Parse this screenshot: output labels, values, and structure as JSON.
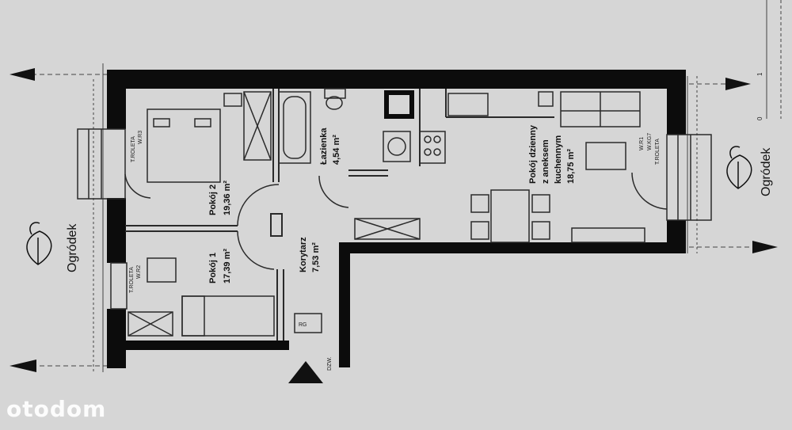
{
  "colors": {
    "paper": "#d6d6d6",
    "wall": "#0c0c0c",
    "line": "#2a2a2a",
    "watermark": "#ffffff"
  },
  "garden_left": "Ogródek",
  "garden_right": "Ogródek",
  "rooms": [
    {
      "name": "Pokój 2",
      "area": "19,36 m²"
    },
    {
      "name": "Łazienka",
      "area": "4,54 m²"
    },
    {
      "name": "Pokój dzienny",
      "area_line1": "z aneksem",
      "area_line2": "kuchennym",
      "area": "18,75 m²"
    },
    {
      "name": "Korytarz",
      "area": "7,53 m²"
    },
    {
      "name": "Pokój 1",
      "area": "17,39 m²"
    }
  ],
  "labels": {
    "roleta_top": "T.ROLETA",
    "roleta_w3": "W.R3",
    "roleta_bottom": "T.ROLETA",
    "roleta_w2": "W.R2",
    "roleta_right": "T.ROLETA",
    "w1_right": "W.R1",
    "wkg": "W.KG7",
    "entrance": "DZW.",
    "rg": "RG"
  },
  "scale": {
    "zero": "0",
    "one": "1"
  },
  "watermark": "otodom",
  "icons": [
    "tree-icon",
    "tree-icon",
    "north-arrow-icon",
    "entrance-arrow-icon"
  ]
}
